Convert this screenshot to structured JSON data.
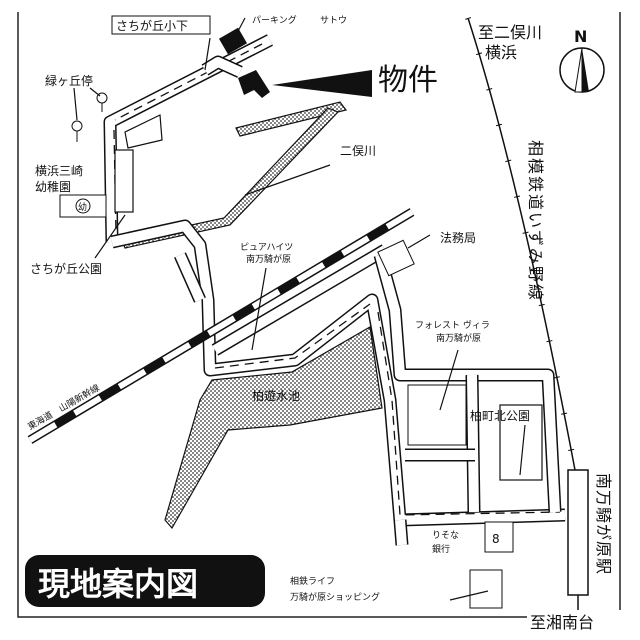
{
  "title": "現地案内図",
  "property_label": "物件",
  "compass": "N",
  "labels": {
    "school": "さちが丘小下",
    "parking": "パーキング",
    "parking_owner": "サトウ",
    "bus_stop": "緑ヶ丘停",
    "kindergarten_1": "横浜三崎",
    "kindergarten_2": "幼稚園",
    "kindergarten_mark": "幼",
    "park_sachigaoka": "さちが丘公園",
    "river": "二俣川",
    "to_futamatagawa_1": "至二俣川",
    "to_futamatagawa_2": "横浜",
    "railway_sotetsu": "相模鉄道いずみ野線",
    "pure_heights_1": "ピュアハイツ",
    "pure_heights_2": "南万騎が原",
    "legal_bureau": "法務局",
    "forest_villa_1": "フォレスト ヴィラ",
    "forest_villa_2": "南万騎が原",
    "park_kashiwa": "柏町北公園",
    "pond": "柏遊水池",
    "shinkansen": "東海道　山陽新幹線",
    "resona_1": "りそな",
    "resona_2": "銀行",
    "shop_1": "相鉄ライフ",
    "shop_2": "万騎が原ショッピング",
    "station": "南万騎が原駅",
    "to_shonandai": "至湘南台"
  }
}
